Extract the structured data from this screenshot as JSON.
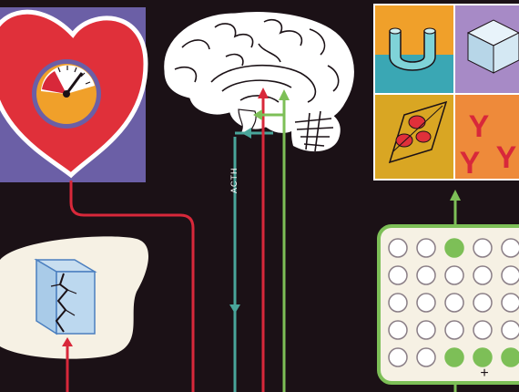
{
  "labels": {
    "acth": "ACTH"
  },
  "colors": {
    "background": "#1b1116",
    "heart_red": "#e0303a",
    "purple_panel": "#6b5fa6",
    "gauge_orange": "#f0a02a",
    "red_line": "#d8283a",
    "teal_line": "#49a59a",
    "green_line": "#7dbf57",
    "tile_teal": "#3aa7b4",
    "tile_lavender": "#a78ac6",
    "tile_yellow": "#d9a623",
    "tile_orange": "#ee8a3a",
    "glyph_red": "#d8283a"
  },
  "tiles": {
    "letter": "Y"
  },
  "grid_panel": {
    "rows": 5,
    "cols": 5,
    "filled": [
      [
        0,
        2
      ],
      [
        4,
        2
      ],
      [
        4,
        3
      ],
      [
        4,
        4
      ]
    ]
  },
  "icons": [
    "heart-icon",
    "gauge-icon",
    "brain-icon",
    "cracked-cube-icon",
    "magnet-icon",
    "cube-icon",
    "cells-icon",
    "y-letters-icon"
  ]
}
